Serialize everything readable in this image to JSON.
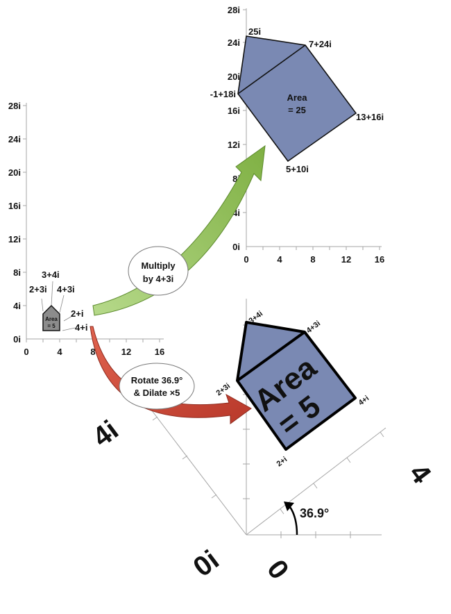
{
  "small_plot": {
    "x_ticks": [
      "0",
      "4",
      "8",
      "12",
      "16"
    ],
    "y_ticks": [
      "0i",
      "4i",
      "8i",
      "12i",
      "16i",
      "20i",
      "24i",
      "28i"
    ],
    "vertex_labels": [
      "2+3i",
      "3+4i",
      "4+3i",
      "2+i",
      "4+i"
    ],
    "area_line1": "Area",
    "area_line2": "= 5"
  },
  "large_plot": {
    "x_ticks": [
      "0",
      "4",
      "8",
      "12",
      "16"
    ],
    "y_ticks": [
      "0i",
      "4i",
      "8i",
      "12i",
      "16i",
      "20i",
      "24i",
      "28i"
    ],
    "vertex_labels": [
      "25i",
      "7+24i",
      "-1+18i",
      "13+16i",
      "5+10i"
    ],
    "area_line1": "Area",
    "area_line2": "= 25"
  },
  "rotated_plot": {
    "vertex_labels": [
      "3+4i",
      "4+3i",
      "2+3i",
      "4+i",
      "2+i"
    ],
    "area_line1": "Area",
    "area_line2": "= 5",
    "axis_label_imag": "4i",
    "axis_label_real": "4",
    "origin_label_imag": "0i",
    "origin_label_real": "0",
    "angle_label": "36.9°"
  },
  "multiply_bubble": {
    "line1": "Multiply",
    "line2": "by 4+3i"
  },
  "rotate_bubble": {
    "line1": "Rotate 36.9°",
    "line2": "& Dilate ×5"
  },
  "colors": {
    "shape_blue": "#7a89b3",
    "shape_gray": "#8c8c8c",
    "arrow_green": "#92c05a",
    "arrow_red": "#c84a3a",
    "axis_gray": "#a6a6a6"
  }
}
